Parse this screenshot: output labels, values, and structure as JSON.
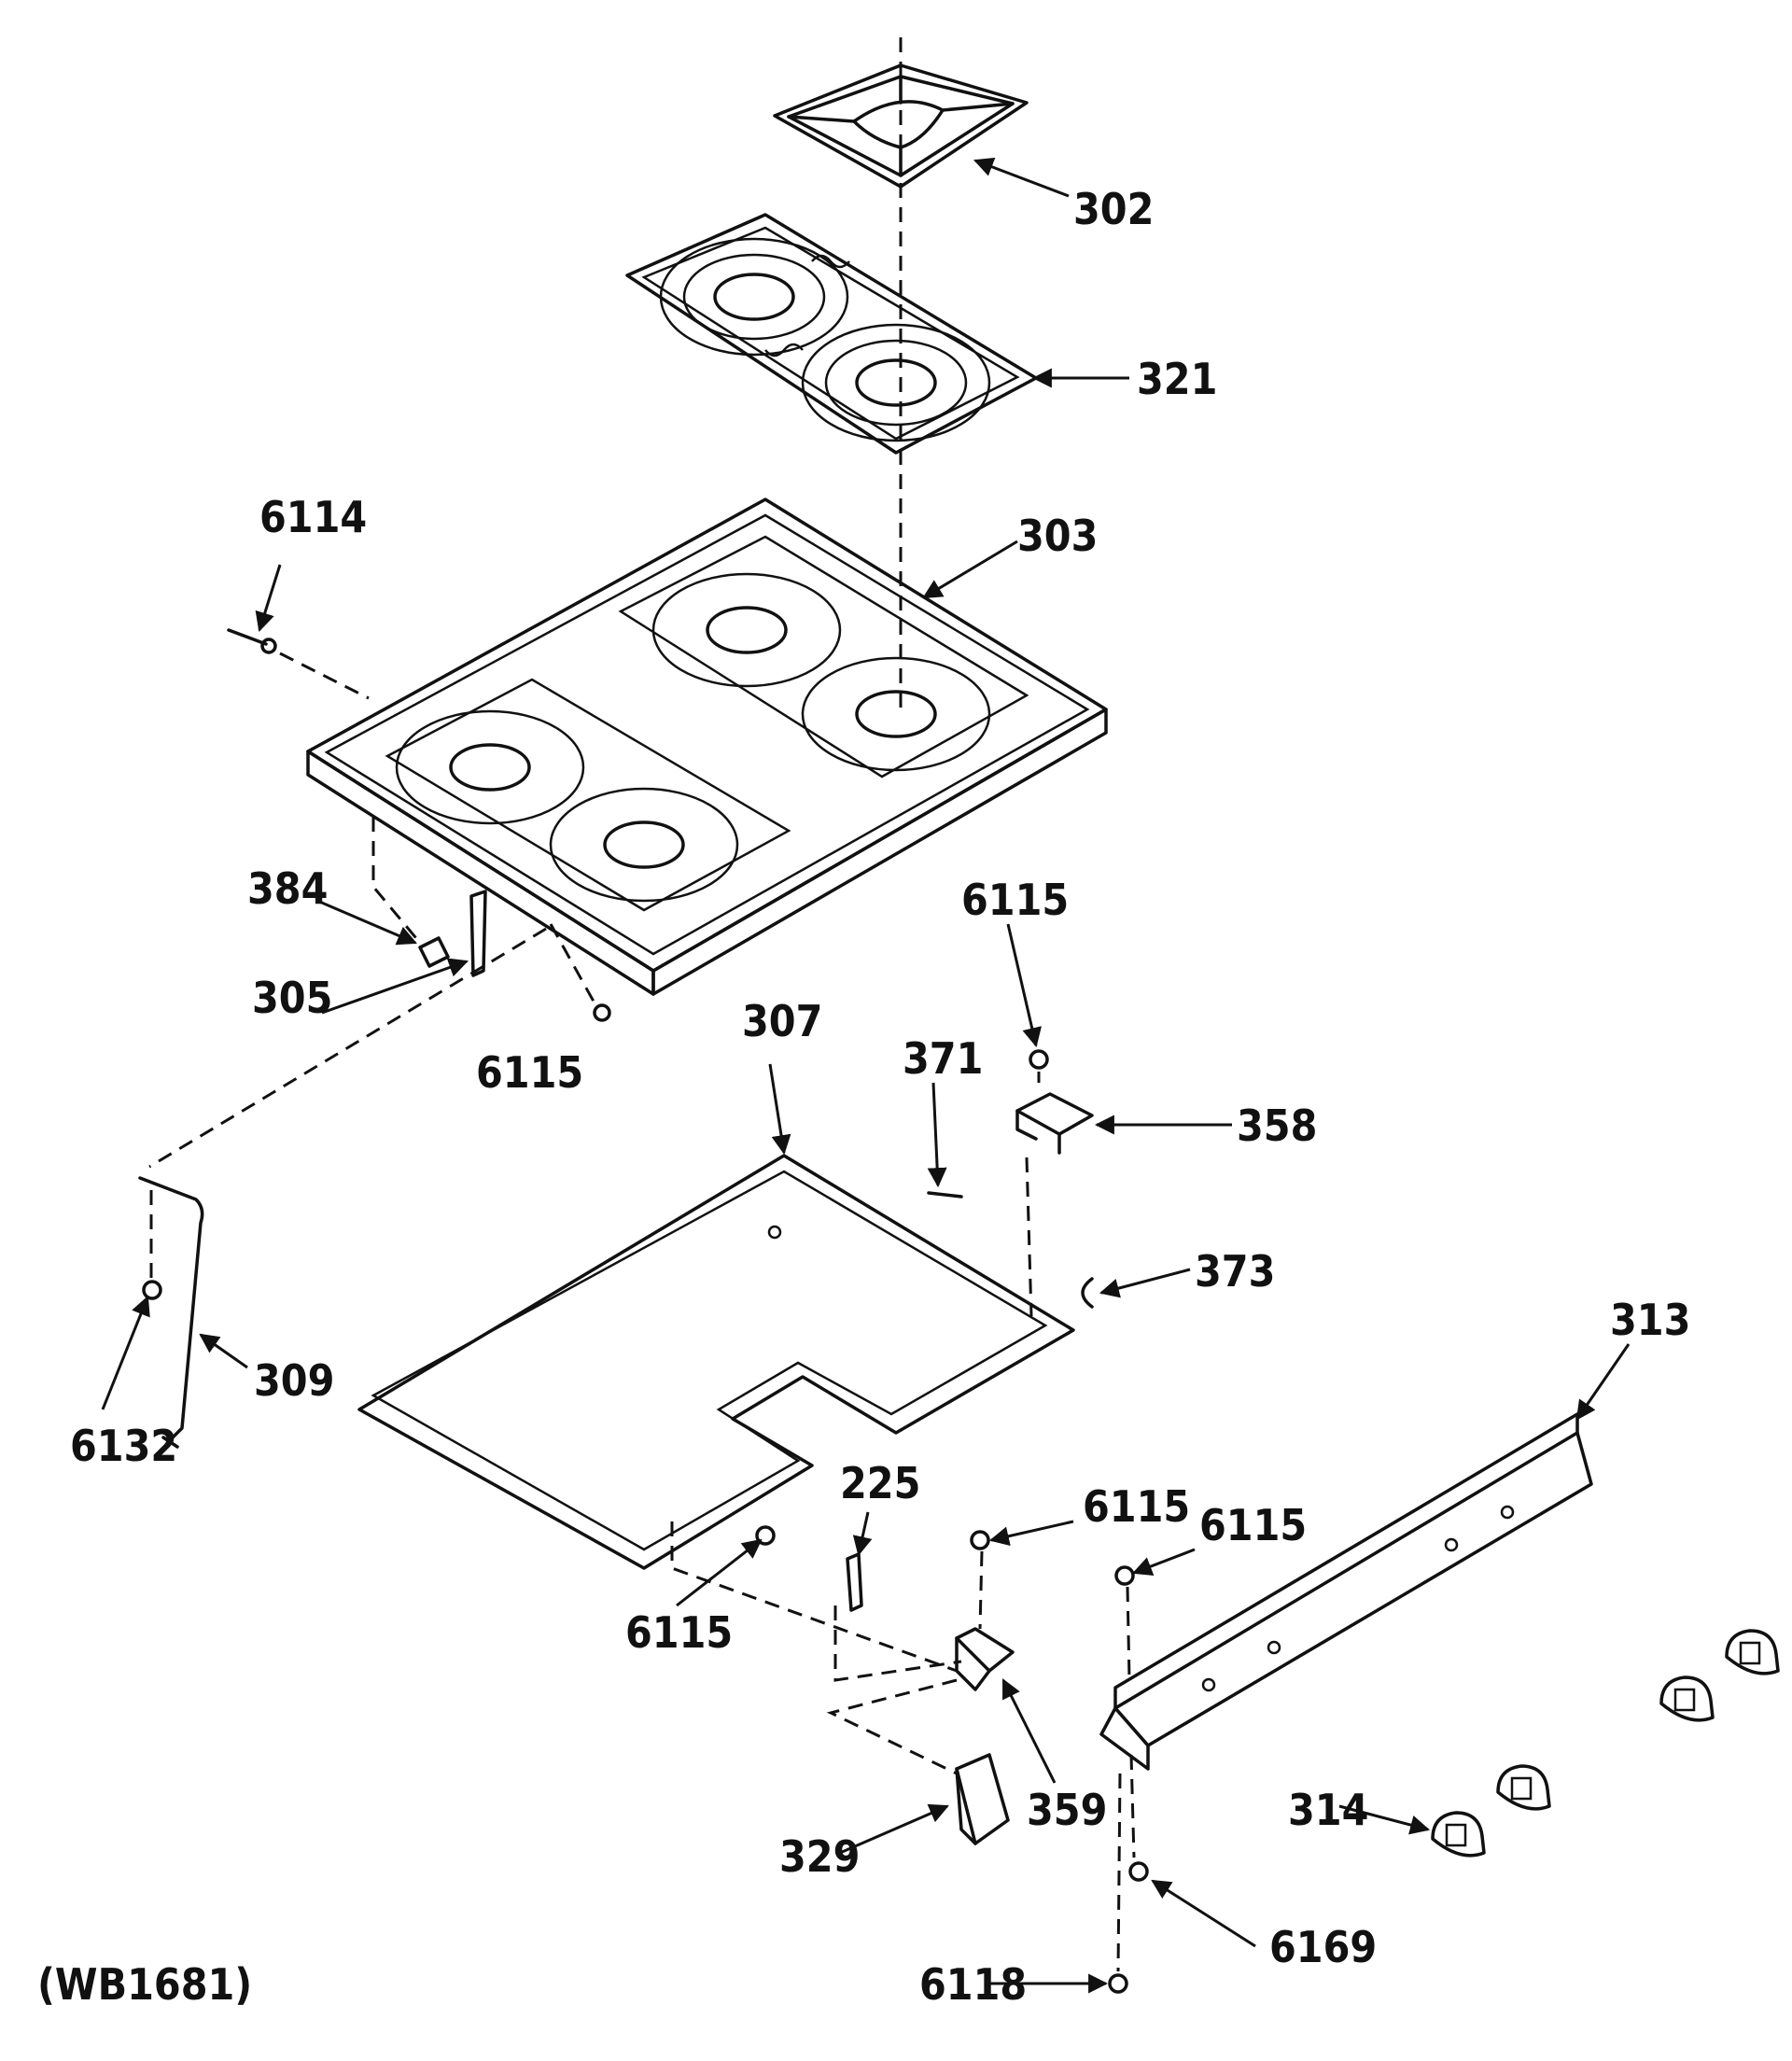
{
  "diagram_code": "(WB1681)",
  "labels": {
    "p302": "302",
    "p321": "321",
    "p303": "303",
    "p6114": "6114",
    "p384": "384",
    "p305": "305",
    "p6115_a": "6115",
    "p6115_b": "6115",
    "p307": "307",
    "p371": "371",
    "p358": "358",
    "p373": "373",
    "p313": "313",
    "p309": "309",
    "p6132": "6132",
    "p225": "225",
    "p6115_c": "6115",
    "p6115_d": "6115",
    "p6115_e": "6115",
    "p359": "359",
    "p329": "329",
    "p314": "314",
    "p6169": "6169",
    "p6118": "6118"
  }
}
